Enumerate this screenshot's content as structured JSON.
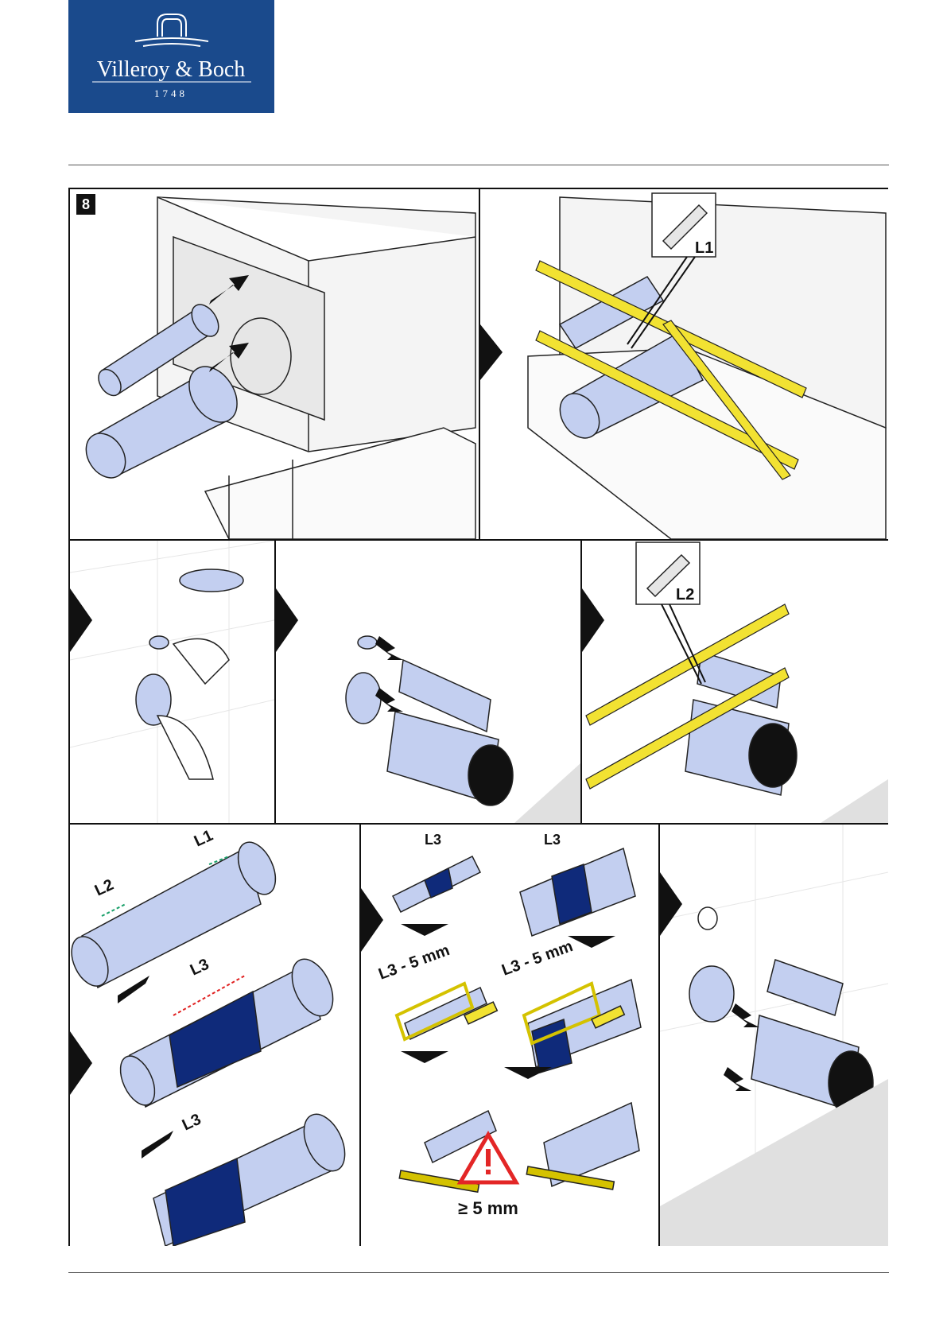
{
  "brand": {
    "name": "Villeroy & Boch",
    "year": "1748",
    "color": "#1a4a8c"
  },
  "step_number": "8",
  "labels": {
    "l1": "L1",
    "l2": "L2",
    "l3": "L3",
    "l3_minus": "L3 - 5 mm",
    "min_length": "≥ 5 mm"
  },
  "colors": {
    "pipe": "#c3cff0",
    "tape": "#0f2a7a",
    "ruler": "#f2e232",
    "warning": "#e32626",
    "mark": "#e02020",
    "mark_green": "#1aa06a"
  },
  "icons": [
    "pencil-icon",
    "arrow-icon",
    "warning-icon",
    "saw-icon",
    "file-icon"
  ]
}
